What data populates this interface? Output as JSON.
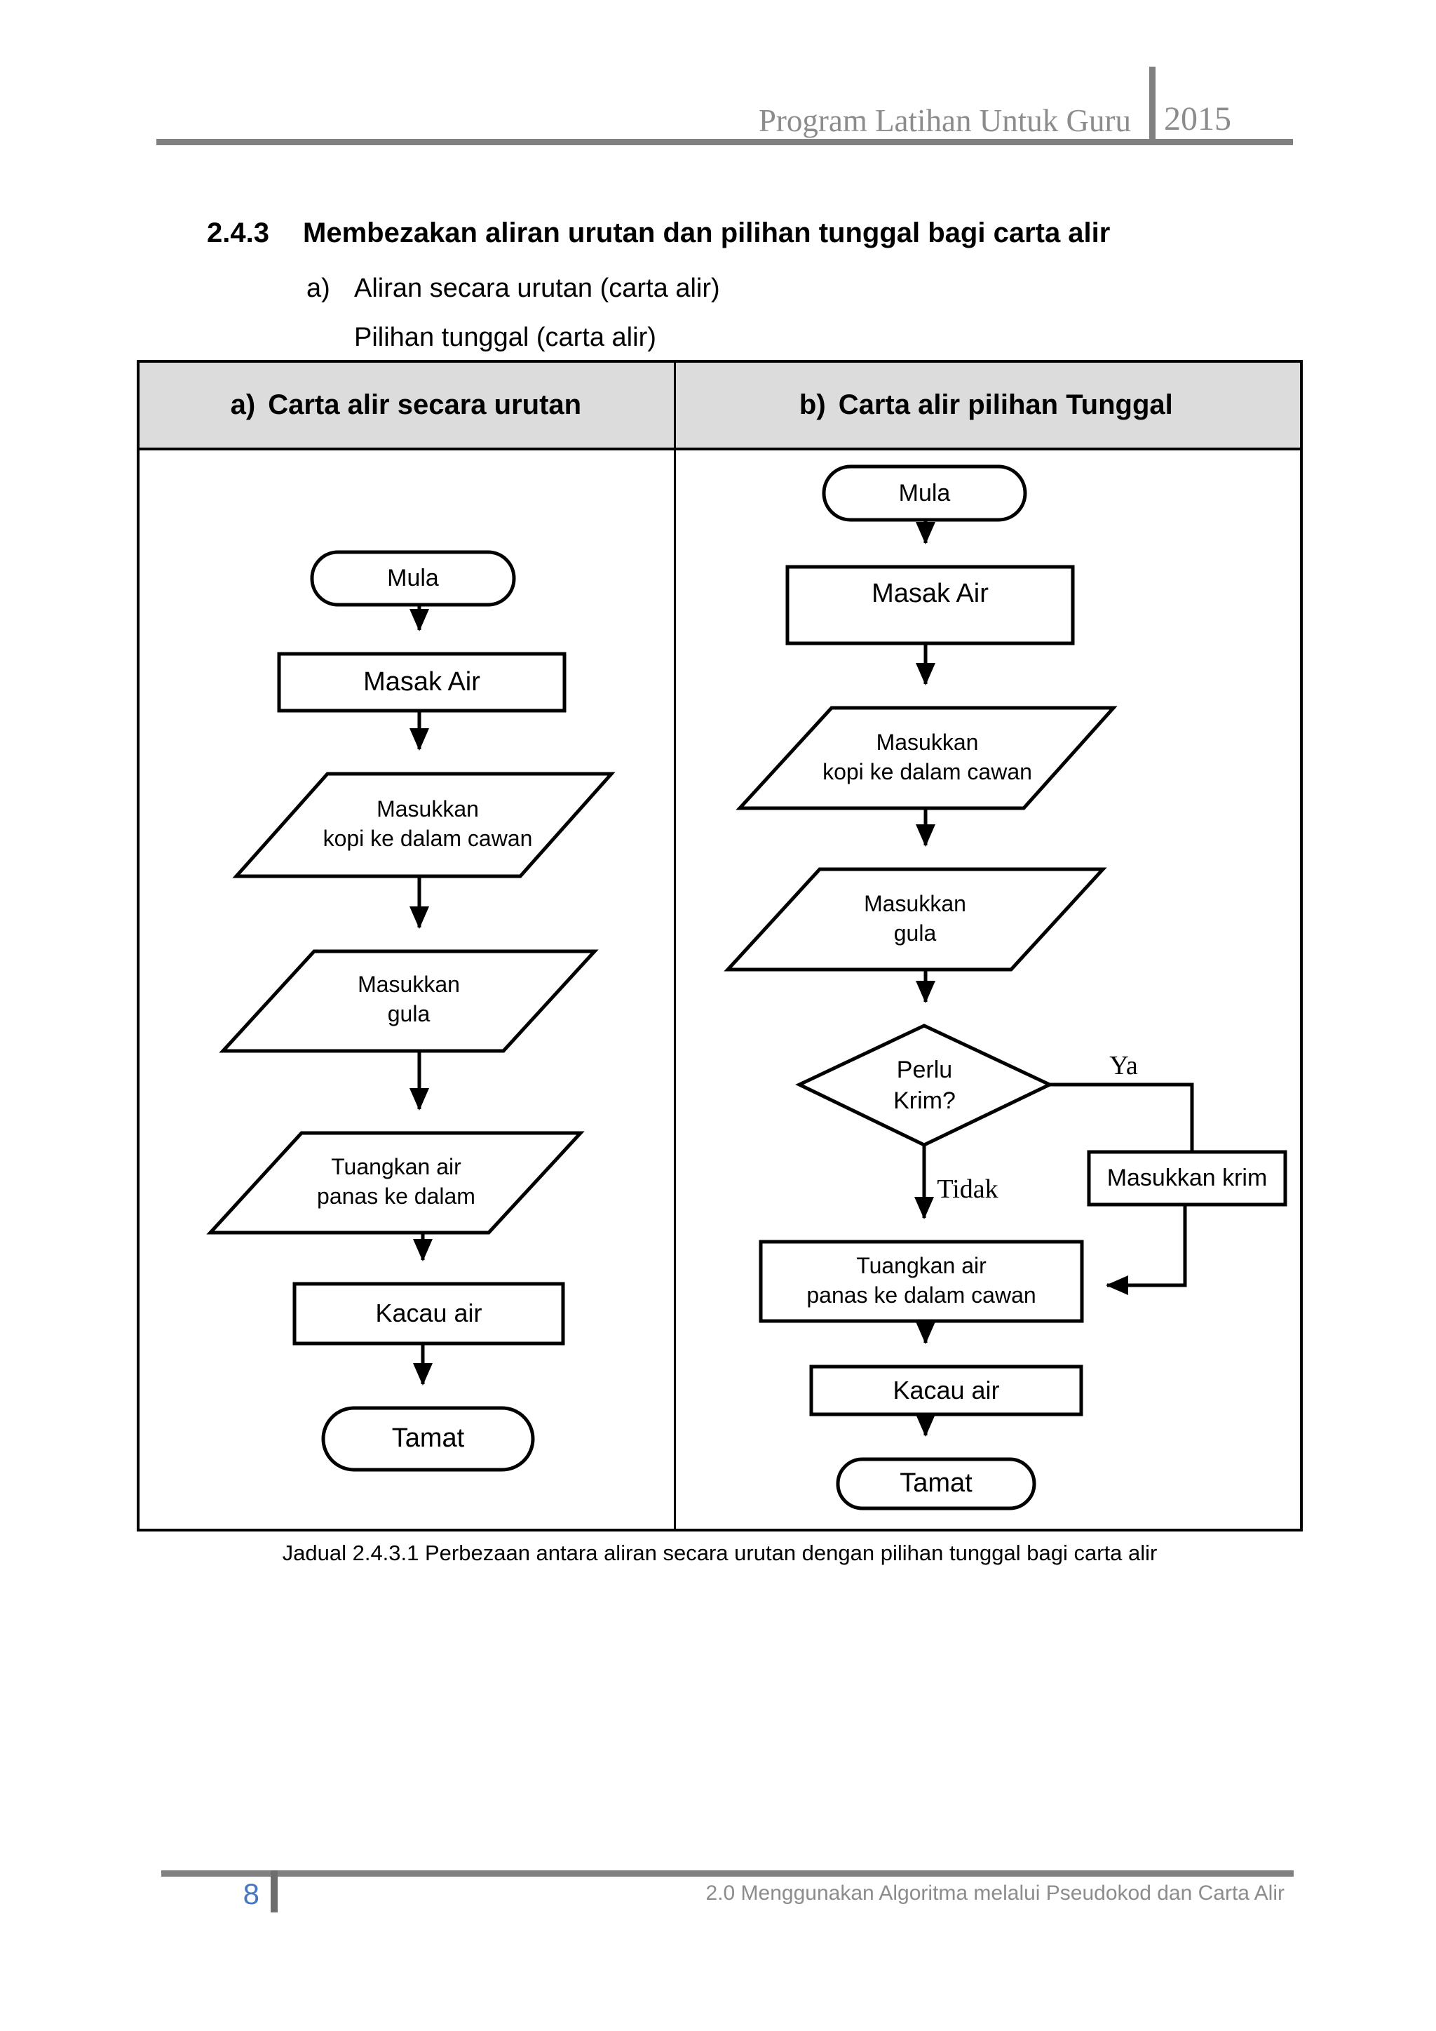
{
  "header": {
    "title": "Program Latihan Untuk Guru",
    "year": "2015"
  },
  "section": {
    "number": "2.4.3",
    "title": "Membezakan aliran urutan dan pilihan tunggal bagi carta alir",
    "item_a_marker": "a)",
    "item_a_text": "Aliran secara urutan (carta alir)",
    "item_b_text": "Pilihan tunggal (carta alir)"
  },
  "table": {
    "col_a_marker": "a)",
    "col_a_title": "Carta alir secara urutan",
    "col_b_marker": "b)",
    "col_b_title": "Carta alir pilihan Tunggal",
    "caption": "Jadual 2.4.3.1 Perbezaan antara aliran secara urutan dengan pilihan tunggal bagi carta alir"
  },
  "flow_a": {
    "mula": "Mula",
    "masak_air": "Masak Air",
    "kopi": "Masukkan\nkopi ke dalam cawan",
    "gula": "Masukkan\ngula",
    "tuang": "Tuangkan air\npanas ke dalam",
    "kacau": "Kacau air",
    "tamat": "Tamat"
  },
  "flow_b": {
    "mula": "Mula",
    "masak_air": "Masak Air",
    "kopi": "Masukkan\nkopi ke dalam cawan",
    "gula": "Masukkan\ngula",
    "decision": "Perlu\nKrim?",
    "label_ya": "Ya",
    "label_tidak": "Tidak",
    "krim": "Masukkan krim",
    "tuang": "Tuangkan air\npanas ke dalam cawan",
    "kacau": "Kacau air",
    "tamat": "Tamat"
  },
  "footer": {
    "page_number": "8",
    "text": "2.0 Menggunakan Algoritma melalui Pseudokod dan Carta Alir"
  },
  "colors": {
    "header_gray": "#8c8c8c",
    "rule_gray": "#808080",
    "page_number_blue": "#4777c0",
    "table_header_bg": "#dcdcdc",
    "shape_stroke": "#000000"
  }
}
